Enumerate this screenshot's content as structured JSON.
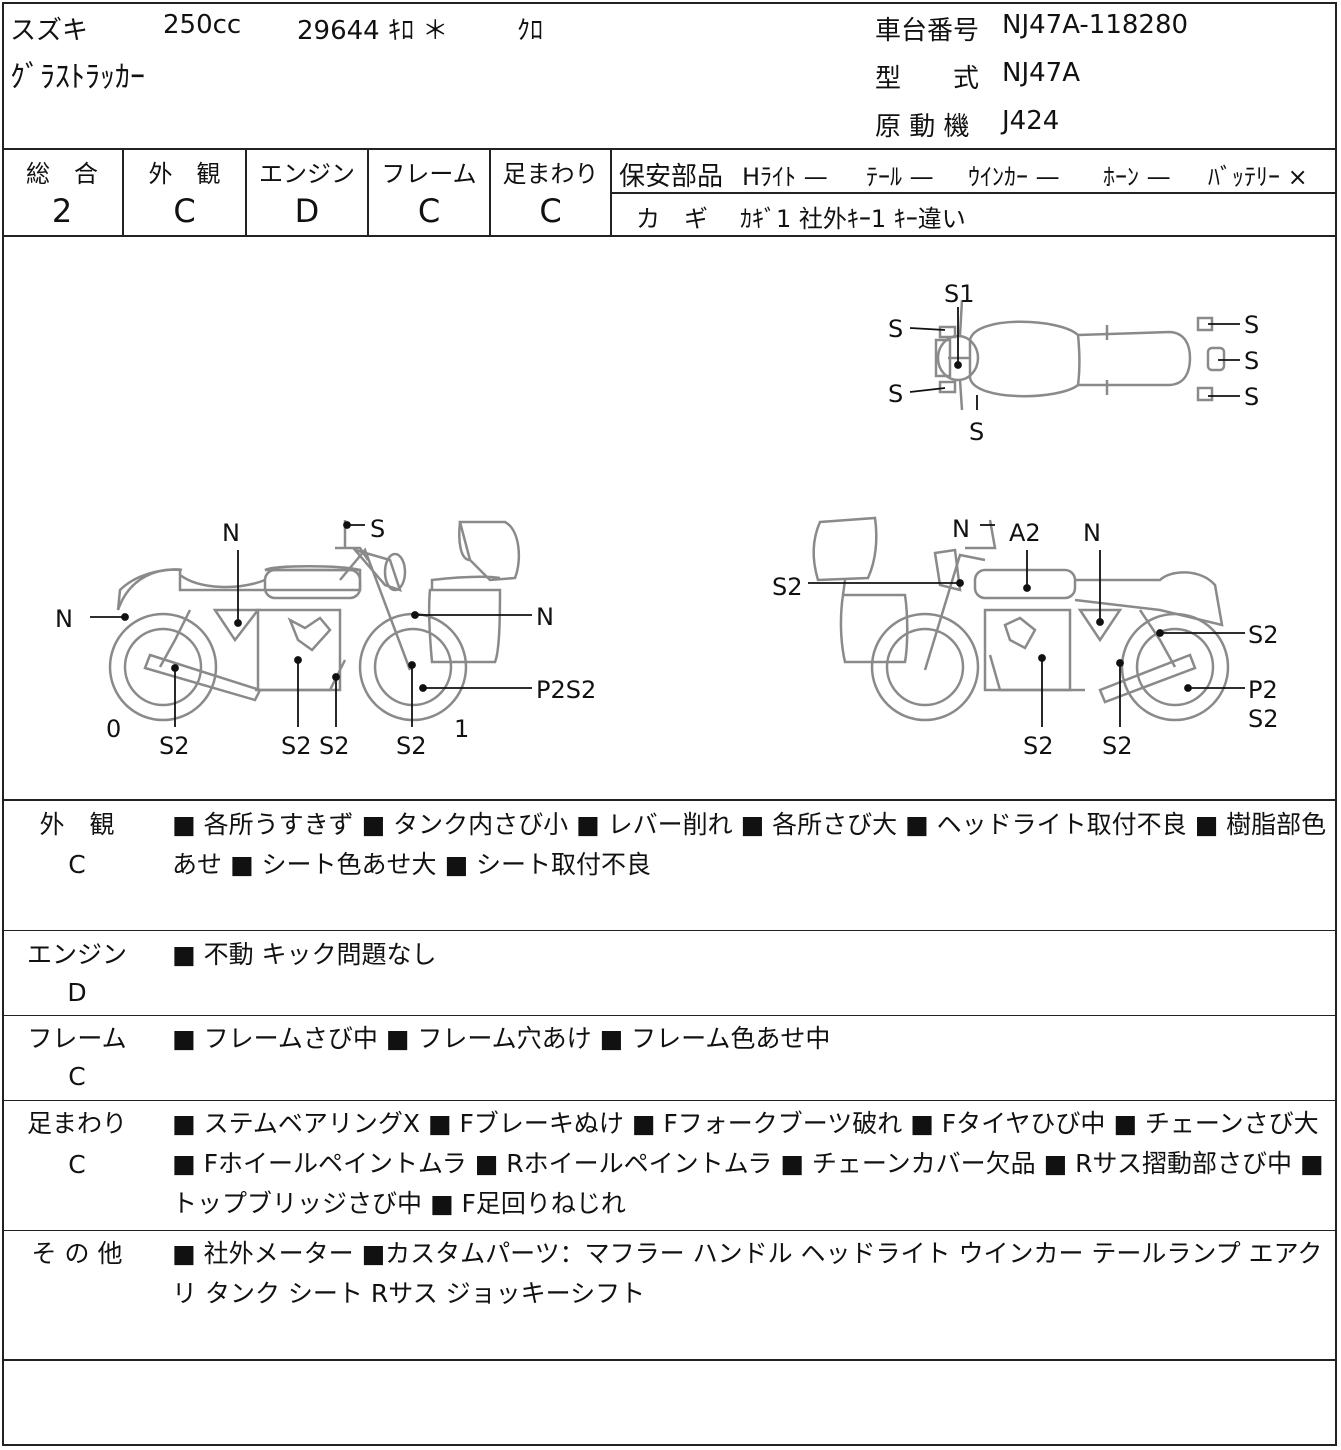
{
  "header": {
    "maker": "スズキ",
    "displacement": "250cc",
    "mileage": "29644 ｷﾛ ＊",
    "color": "ｸﾛ",
    "model_name": "ｸﾞﾗｽﾄﾗｯｶｰ",
    "frame_no_label": "車台番号",
    "frame_no": "NJ47A-118280",
    "type_label": "型　　式",
    "type": "NJ47A",
    "engine_label": "原 動 機",
    "engine": "J424"
  },
  "grades": {
    "overall": {
      "label": "総　合",
      "value": "2"
    },
    "exterior": {
      "label": "外　観",
      "value": "C"
    },
    "engine": {
      "label": "エンジン",
      "value": "D"
    },
    "frame": {
      "label": "フレーム",
      "value": "C"
    },
    "suspension": {
      "label": "足まわり",
      "value": "C"
    }
  },
  "safety": {
    "label": "保安部品",
    "items": [
      {
        "name": "Hﾗｲﾄ",
        "mark": "—"
      },
      {
        "name": "ﾃｰﾙ",
        "mark": "—"
      },
      {
        "name": "ｳｲﾝｶｰ",
        "mark": "—"
      },
      {
        "name": "ﾎｰﾝ",
        "mark": "—"
      },
      {
        "name": "ﾊﾞｯﾃﾘｰ",
        "mark": "×"
      }
    ],
    "key_label": "カ　ギ",
    "key_text": "ｶｷﾞ1 社外ｷｰ1 ｷｰ違い"
  },
  "diagram_labels": {
    "top_view": [
      "S1",
      "S",
      "S",
      "S",
      "S",
      "S",
      "S"
    ],
    "left_view": [
      "N",
      "N",
      "S",
      "N",
      "P2S2",
      "0",
      "S2",
      "S2",
      "S2",
      "S2",
      "1"
    ],
    "right_view": [
      "N",
      "A2",
      "N",
      "S2",
      "S2",
      "P2",
      "S2",
      "S2",
      "S2"
    ]
  },
  "sections": [
    {
      "label": "外　観",
      "grade": "C",
      "text": "■ 各所うすきず ■ タンク内さび小 ■ レバー削れ ■ 各所さび大 ■ ヘッドライト取付不良 ■ 樹脂部色あせ ■ シート色あせ大 ■ シート取付不良"
    },
    {
      "label": "エンジン",
      "grade": "D",
      "text": "■ 不動 キック問題なし"
    },
    {
      "label": "フレーム",
      "grade": "C",
      "text": "■ フレームさび中 ■ フレーム穴あけ ■ フレーム色あせ中"
    },
    {
      "label": "足まわり",
      "grade": "C",
      "text": "■ ステムベアリングX ■ Fブレーキぬけ ■ Fフォークブーツ破れ ■ Fタイヤひび中 ■ チェーンさび大 ■ Fホイールペイントムラ ■ Rホイールペイントムラ ■ チェーンカバー欠品 ■ Rサス摺動部さび中 ■ トップブリッジさび中 ■ F足回りねじれ"
    },
    {
      "label": "そ の 他",
      "grade": "",
      "text": "■ 社外メーター ■カスタムパーツ：マフラー ハンドル ヘッドライト ウインカー テールランプ エアクリ タンク シート Rサス ジョッキーシフト"
    }
  ]
}
